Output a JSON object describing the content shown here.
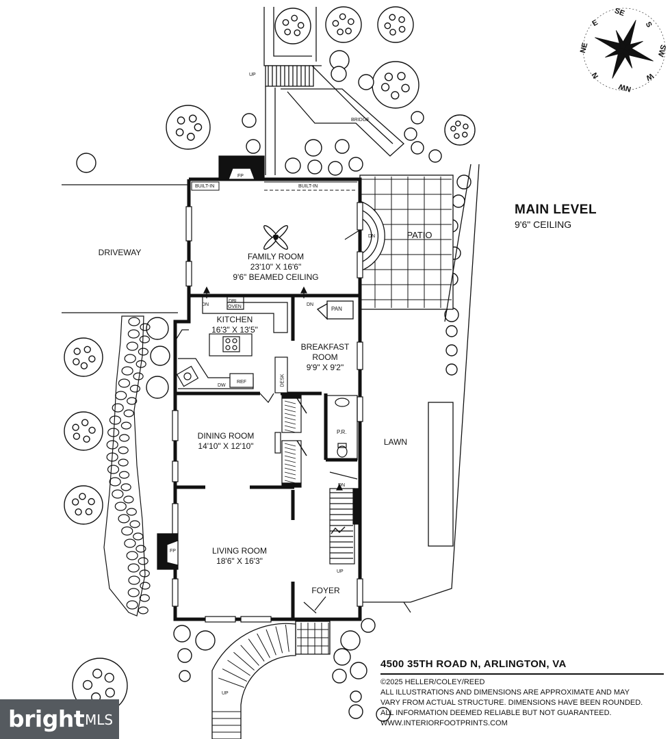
{
  "header": {
    "level": "MAIN LEVEL",
    "ceiling": "9'6\" CEILING"
  },
  "rooms": {
    "family": {
      "name": "FAMILY ROOM",
      "dims": "23'10\" X 16'6\"",
      "note": "9'6\" BEAMED CEILING"
    },
    "kitchen": {
      "name": "KITCHEN",
      "dims": "16'3\" X 13'5\""
    },
    "breakfast": {
      "name1": "BREAKFAST",
      "name2": "ROOM",
      "dims": "9'9\" X 9'2\""
    },
    "dining": {
      "name": "DINING ROOM",
      "dims": "14'10\" X 12'10\""
    },
    "living": {
      "name": "LIVING ROOM",
      "dims": "18'6\" X 16'3\""
    },
    "foyer": {
      "name": "FOYER"
    }
  },
  "areas": {
    "driveway": "DRIVEWAY",
    "patio": "PATIO",
    "lawn": "LAWN",
    "bridge": "BRIDGE"
  },
  "fixtures": {
    "fp": "FP",
    "builtin": "BUILT-IN",
    "dn": "DN",
    "up": "UP",
    "dbl_oven_1": "DBL",
    "dbl_oven_2": "OVEN",
    "pan": "PAN",
    "dw": "DW",
    "ref": "REF",
    "desk": "DESK",
    "pr": "P.R."
  },
  "compass": [
    "SE",
    "S",
    "SW",
    "W",
    "NW",
    "N",
    "NE",
    "E"
  ],
  "footer": {
    "address": "4500 35TH ROAD N, ARLINGTON, VA",
    "copyright": "©2025 HELLER/COLEY/REED",
    "disclaimer": [
      "ALL ILLUSTRATIONS AND DIMENSIONS ARE APPROXIMATE AND MAY",
      "VARY FROM ACTUAL STRUCTURE. DIMENSIONS HAVE BEEN ROUNDED.",
      "ALL INFORMATION DEEMED RELIABLE BUT NOT GUARANTEED.",
      "WWW.INTERIORFOOTPRINTS.COM"
    ]
  },
  "watermark": {
    "brand": "bright",
    "suffix": "MLS"
  }
}
